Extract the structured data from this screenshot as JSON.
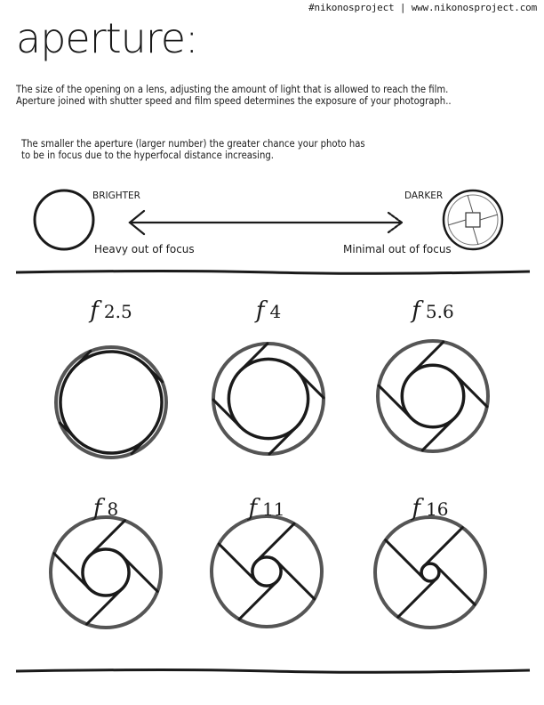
{
  "header": {
    "site": "#nikonosproject | www.nikonosproject.com"
  },
  "title": "aperture:",
  "intro": {
    "line1": "The size of the opening on a lens, adjusting the amount of light that is allowed to reach the film.",
    "line2": "Aperture joined with shutter speed and film speed determines the exposure of your photograph.."
  },
  "focus_note": {
    "line1": "The smaller the aperture (larger number) the greater chance your photo has",
    "line2": "to be in focus due to the hyperfocal distance increasing."
  },
  "scale": {
    "left_label": "BRIGHTER",
    "right_label": "DARKER",
    "left_caption": "Heavy out of focus",
    "right_caption": "Minimal out of focus"
  },
  "apertures": [
    {
      "prefix": "f",
      "value": "2.5",
      "opening_fraction": 0.92
    },
    {
      "prefix": "f",
      "value": "4",
      "opening_fraction": 0.72
    },
    {
      "prefix": "f",
      "value": "5.6",
      "opening_fraction": 0.56
    },
    {
      "prefix": "f",
      "value": "8",
      "opening_fraction": 0.42
    },
    {
      "prefix": "f",
      "value": "11",
      "opening_fraction": 0.26
    },
    {
      "prefix": "f",
      "value": "16",
      "opening_fraction": 0.16
    }
  ],
  "colors": {
    "ink": "#1a1a1a",
    "ring": "#555555"
  }
}
